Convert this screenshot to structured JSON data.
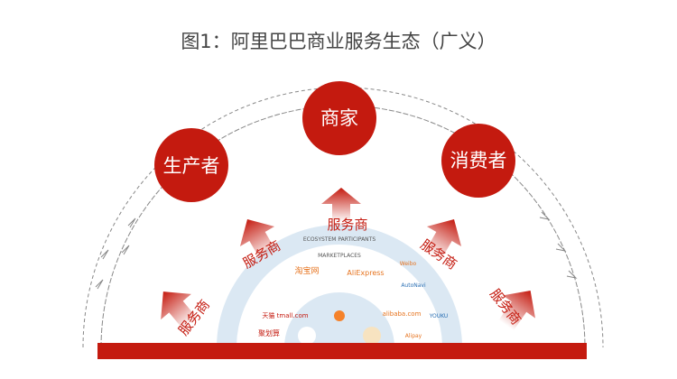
{
  "title": "图1：阿里巴巴商业服务生态（广义）",
  "nodes": {
    "producer": "生产者",
    "merchant": "商家",
    "consumer": "消费者"
  },
  "service_provider": "服务商",
  "ecosystem": {
    "participants": "ECOSYSTEM PARTICIPANTS",
    "marketplaces": "MARKETPLACES",
    "items": [
      "淘宝网",
      "AliExpress",
      "天猫 tmall.com",
      "聚划算",
      "alibaba.com",
      "Weibo",
      "AutoNavi",
      "YOUKU",
      "Alipay"
    ]
  },
  "colors": {
    "red": "#c41a0f",
    "ring": "#dbe8f3"
  }
}
